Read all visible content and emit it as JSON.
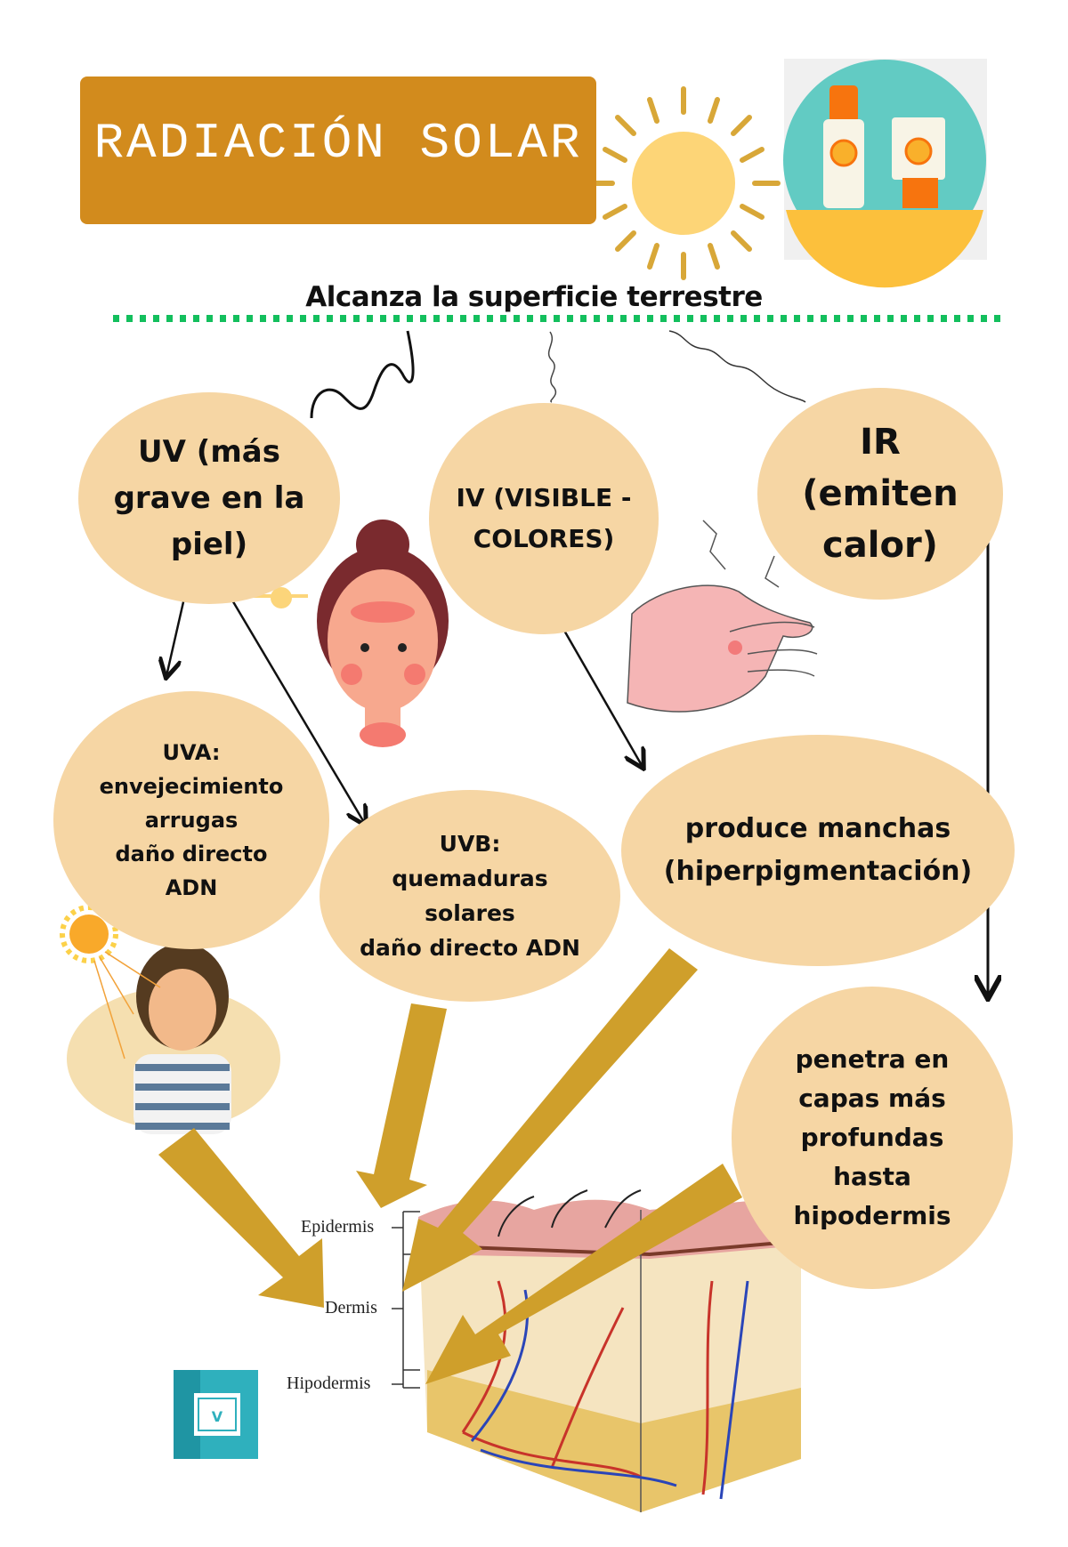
{
  "header": {
    "title": "RADIACIÓN SOLAR",
    "subtitle": "Alcanza la superficie terrestre"
  },
  "icons": {
    "sun": "sun-icon",
    "sunscreen": "sunscreen-bottles-icon",
    "logo": "v-logo-icon"
  },
  "nodes": {
    "uv": "UV (más\ngrave en la\npiel)",
    "iv": "IV (VISIBLE -\nCOLORES)",
    "ir": "IR\n(emiten\ncalor)",
    "uva": "UVA:\nenvejecimiento\narrugas\ndaño  directo\nADN",
    "uvb": "UVB:\nquemaduras\nsolares\ndaño  directo ADN",
    "manchas": "produce manchas\n(hiperpigmentación)",
    "penetra": "penetra en\ncapas más\nprofundas\nhasta\nhipodermis"
  },
  "skin_diagram": {
    "layers": [
      "Epidermis",
      "Dermis",
      "Hipodermis"
    ]
  },
  "colors": {
    "title_bg": "#d28b1d",
    "bubble": "#f6d6a4",
    "big_arrow": "#cf9f2b",
    "dotted_line": "#13bf5d",
    "sun": "#fdd577",
    "sun_rays": "#d8a738",
    "logo": "#2fb0bd"
  }
}
